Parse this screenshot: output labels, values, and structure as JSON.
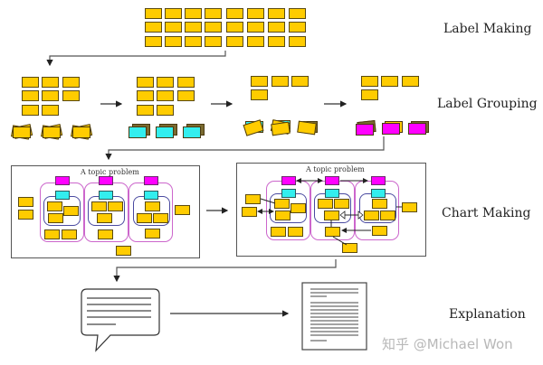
{
  "stages": [
    {
      "id": "label-making",
      "label": "Label Making"
    },
    {
      "id": "label-grouping",
      "label": "Label Grouping"
    },
    {
      "id": "chart-making",
      "label": "Chart Making"
    },
    {
      "id": "explanation",
      "label": "Explanation"
    }
  ],
  "chart_boxes": [
    {
      "title": "A topic problem"
    },
    {
      "title": "A topic problem"
    }
  ],
  "icons": {
    "label_card": "yellow-label-card",
    "group_header_magenta": "magenta-group-card",
    "group_header_cyan": "cyan-group-card",
    "speech_bubble": "speech-bubble-icon",
    "document": "document-icon"
  },
  "colors": {
    "label": "#FFCC00",
    "magenta": "#FF00FF",
    "cyan": "#33EEEE",
    "outer_group_border": "#CC66CC",
    "inner_group_border": "#4A4AA0"
  },
  "watermark": "知乎 @Michael Won"
}
